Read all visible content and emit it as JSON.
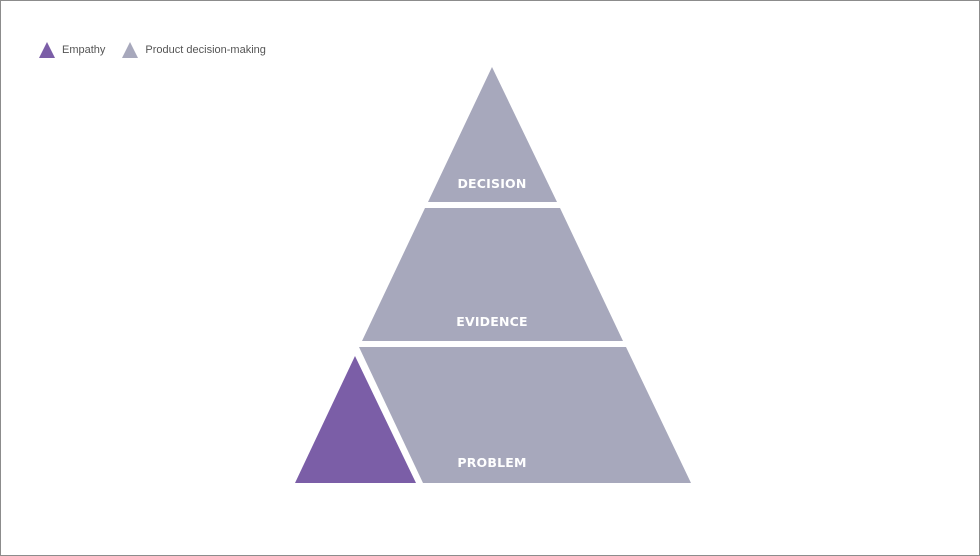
{
  "legend": {
    "items": [
      {
        "label": "Empathy",
        "color": "#7b5ea7"
      },
      {
        "label": "Product decision-making",
        "color": "#a7a8bc"
      }
    ]
  },
  "pyramid": {
    "tiers": [
      {
        "label": "DECISION"
      },
      {
        "label": "EVIDENCE"
      },
      {
        "label": "PROBLEM"
      }
    ],
    "tier_color": "#a7a8bc",
    "empathy_color": "#7b5ea7"
  }
}
